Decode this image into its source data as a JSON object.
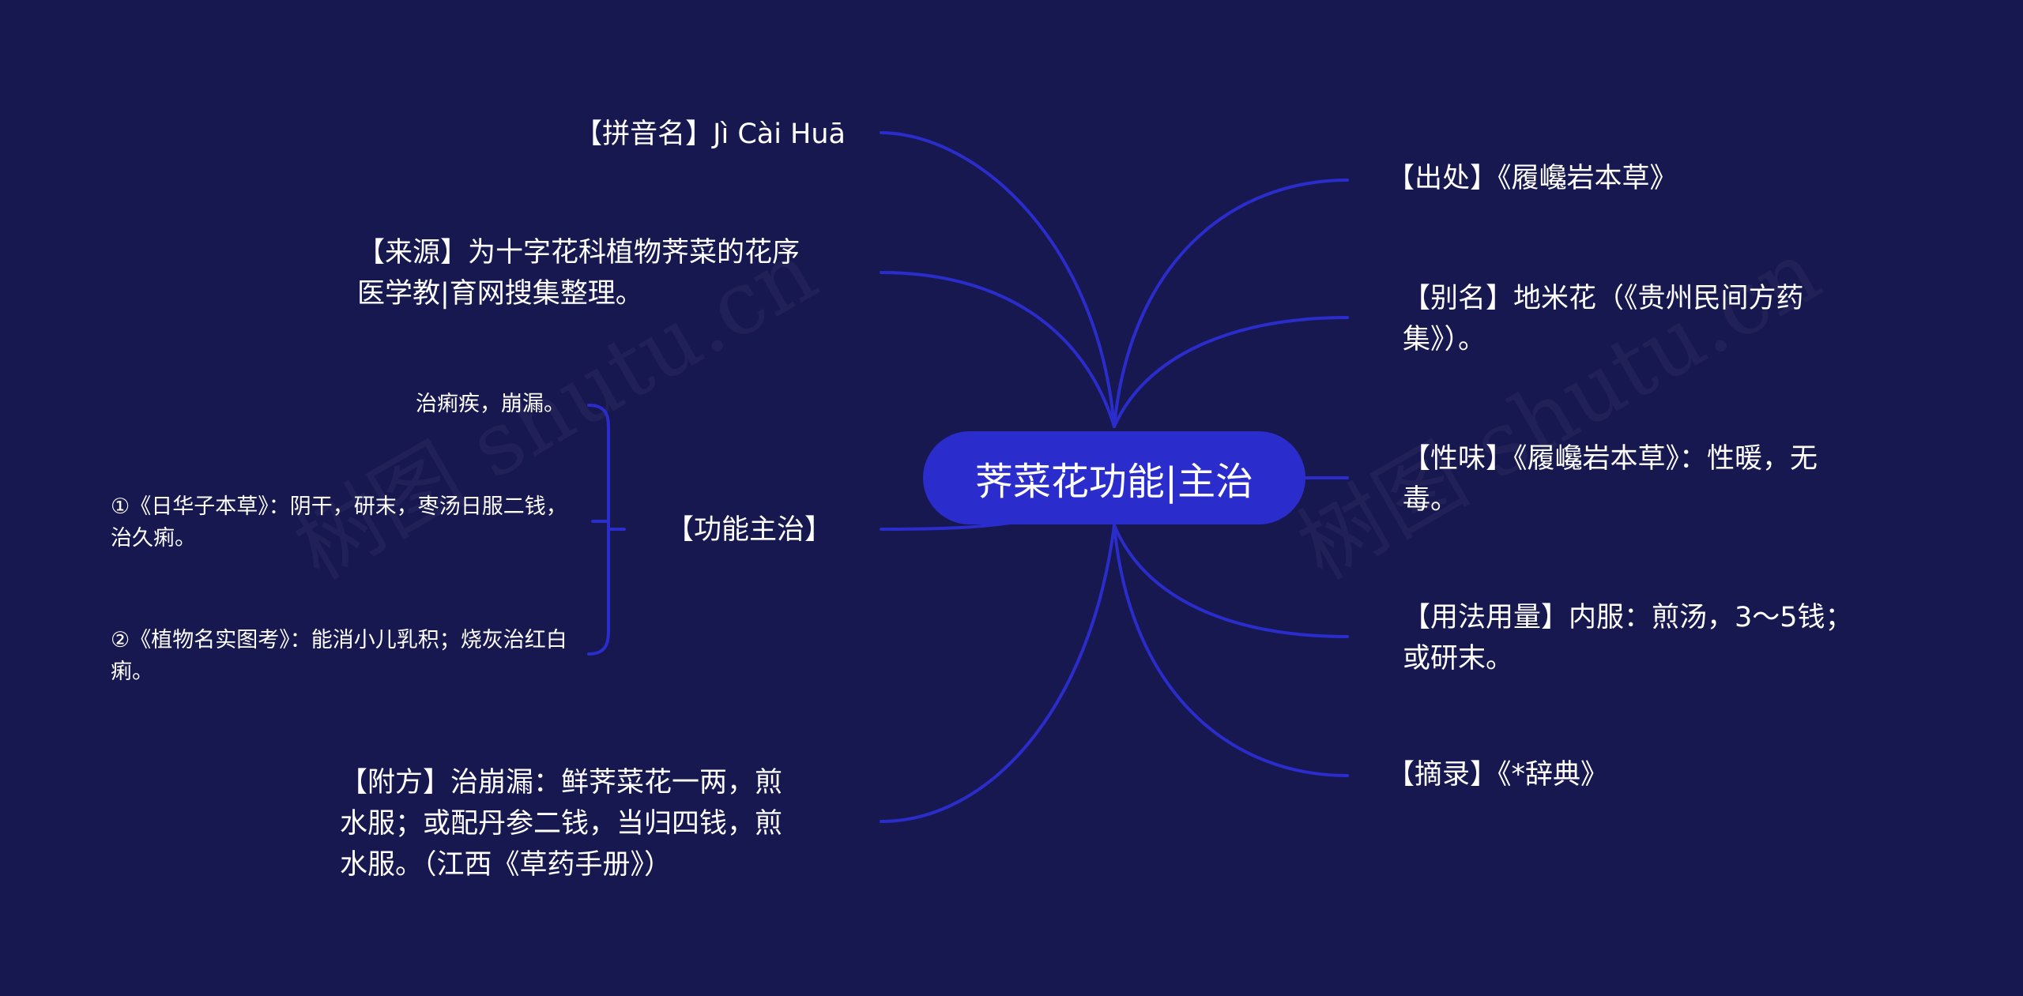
{
  "root": {
    "label": "荠菜花功能|主治"
  },
  "left": {
    "pinyin": "【拼音名】Jì Cài Huā",
    "source": "【来源】为十字花科植物荠菜的花序医学教|育网搜集整理。",
    "function": {
      "label": "【功能主治】",
      "children": [
        "治痢疾，崩漏。",
        "①《日华子本草》：阴干，研末，枣汤日服二钱，治久痢。",
        "②《植物名实图考》：能消小儿乳积；烧灰治红白痢。"
      ]
    },
    "prescription": "【附方】治崩漏：鲜荠菜花一两，煎水服；或配丹参二钱，当归四钱，煎水服。（江西《草药手册》）"
  },
  "right": {
    "origin": "【出处】《履巉岩本草》",
    "alias": "【别名】地米花（《贵州民间方药集》）。",
    "nature": "【性味】《履巉岩本草》：性暖，无毒。",
    "usage": "【用法用量】内服：煎汤，3～5钱；或研末。",
    "excerpt": "【摘录】《*辞典》"
  },
  "watermark": "树图 shutu.cn",
  "colors": {
    "background": "#181850",
    "root": "#2a2ccc",
    "link": "#2a2ccc",
    "text": "#ffffff"
  }
}
